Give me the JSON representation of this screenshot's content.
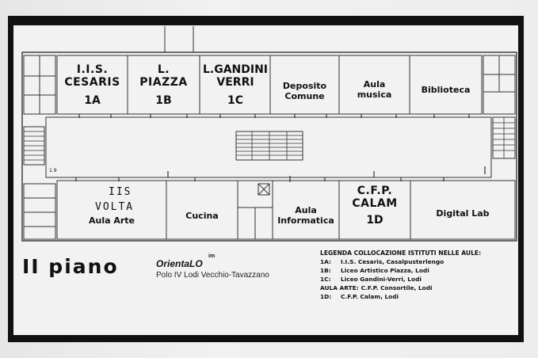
{
  "rooms": {
    "r1a": {
      "name": "I.I.S.\nCESARIS",
      "code": "1A"
    },
    "r1b": {
      "name": "L.\nPIAZZA",
      "code": "1B"
    },
    "r1c": {
      "name": "L.GANDINI\nVERRI",
      "code": "1C"
    },
    "deposito": "Deposito\nComune",
    "musica": "Aula\nmusica",
    "biblioteca": "Biblioteca",
    "arte": {
      "handwritten_1": "IIS",
      "handwritten_2": "VOLTA",
      "name": "Aula Arte"
    },
    "cucina": "Cucina",
    "informatica": "Aula\nInformatica",
    "r1d": {
      "name": "C.F.P.\nCALAM",
      "code": "1D"
    },
    "digital": "Digital Lab"
  },
  "small_mark": "1.9",
  "title": "II piano",
  "org": {
    "name": "OrientaLO",
    "sup": "im",
    "sub": "Polo IV Lodi Vecchio-Tavazzano"
  },
  "legend": {
    "title": "LEGENDA COLLOCAZIONE ISTITUTI NELLE AULE:",
    "items": [
      {
        "key": "1A:",
        "text": "I.I.S. Cesaris, Casalpusterlengo"
      },
      {
        "key": "1B:",
        "text": "Liceo Artistico Piazza, Lodi"
      },
      {
        "key": "1C:",
        "text": "Liceo Gandini-Verri, Lodi"
      },
      {
        "key": "AULA ARTE:",
        "text": "C.F.P. Consortile, Lodi"
      },
      {
        "key": "1D:",
        "text": "C.F.P. Calam, Lodi"
      }
    ]
  }
}
